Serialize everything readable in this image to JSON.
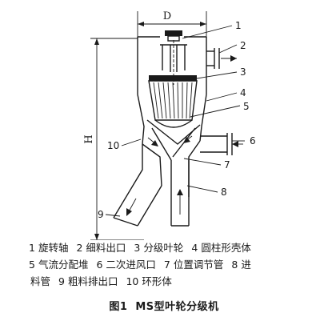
{
  "dimensions": {
    "width_label": "D",
    "height_label": "H"
  },
  "callouts": [
    "1",
    "2",
    "3",
    "4",
    "5",
    "6",
    "7",
    "8",
    "9",
    "10"
  ],
  "legend": [
    {
      "num": "1",
      "text": "旋转轴"
    },
    {
      "num": "2",
      "text": "细料出口"
    },
    {
      "num": "3",
      "text": "分级叶轮"
    },
    {
      "num": "4",
      "text": "圆柱形壳体"
    },
    {
      "num": "5",
      "text": "气流分配堆"
    },
    {
      "num": "6",
      "text": "二次进风口"
    },
    {
      "num": "7",
      "text": "位置调节管"
    },
    {
      "num": "8",
      "text": "进"
    },
    {
      "num": "",
      "text": "料管"
    },
    {
      "num": "9",
      "text": "粗料排出口"
    },
    {
      "num": "10",
      "text": "环形体"
    }
  ],
  "caption": {
    "figure_number": "图1",
    "title": "MS型叶轮分级机"
  }
}
